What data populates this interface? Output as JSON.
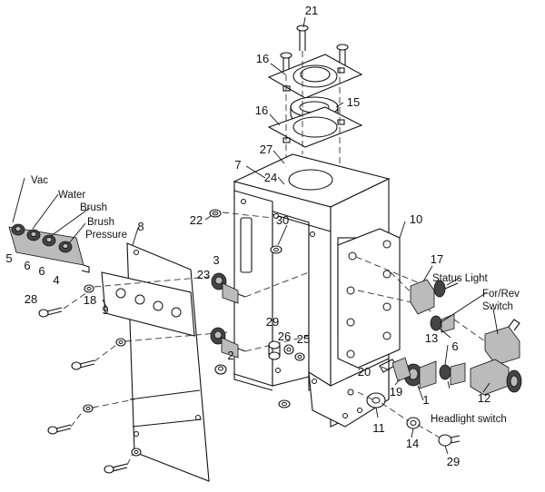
{
  "parts": {
    "p1": "1",
    "p2": "2",
    "p3": "3",
    "p4": "4",
    "p5": "5",
    "p6a": "6",
    "p6b": "6",
    "p6c": "6",
    "p7": "7",
    "p8": "8",
    "p9": "9",
    "p10": "10",
    "p11": "11",
    "p12": "12",
    "p13": "13",
    "p14": "14",
    "p15": "15",
    "p16a": "16",
    "p16b": "16",
    "p17": "17",
    "p18": "18",
    "p19": "19",
    "p20": "20",
    "p21": "21",
    "p22": "22",
    "p23": "23",
    "p24": "24",
    "p25": "25",
    "p26": "26",
    "p27": "27",
    "p28": "28",
    "p29a": "29",
    "p29b": "29",
    "p30": "30"
  },
  "labels": {
    "vac": "Vac",
    "water": "Water",
    "brush": "Brush",
    "brush_pressure_1": "Brush",
    "brush_pressure_2": "Pressure",
    "status_light": "Status Light",
    "for_rev_1": "For/Rev",
    "for_rev_2": "Switch",
    "headlight_switch": "Headlight switch"
  }
}
